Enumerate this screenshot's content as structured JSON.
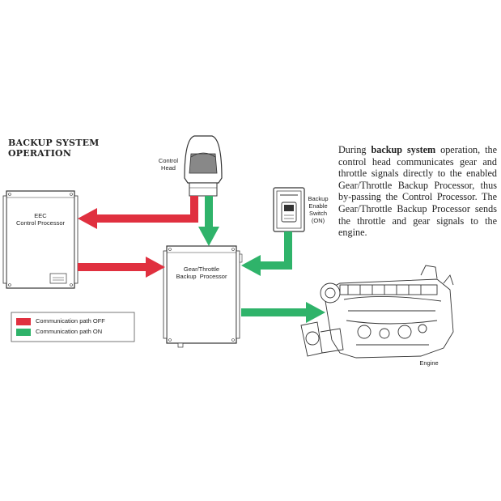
{
  "heading": {
    "line1": "BACKUP SYSTEM",
    "line2": "OPERATION"
  },
  "description": {
    "pre": "During ",
    "bold": "backup system",
    "post": " operation, the control head communicates gear and throttle signals directly to the enabled Gear/Throttle Backup Processor, thus by-passing the Control Processor. The Gear/Throttle Backup Processor sends the throttle and gear signals to the engine."
  },
  "components": {
    "control_head": {
      "line1": "Control",
      "line2": "Head"
    },
    "eec": {
      "line1": "EEC",
      "line2": "Control Processor"
    },
    "backup_switch": {
      "line1": "Backup",
      "line2": "Enable",
      "line3": "Switch",
      "line4": "(ON)"
    },
    "gear_throttle": {
      "line1": "Gear/Throttle",
      "line2": "Backup  Processor"
    },
    "engine": {
      "label": "Engine"
    }
  },
  "legend": [
    {
      "label": "Communication path OFF",
      "color": "#e0303f"
    },
    {
      "label": "Communication path ON",
      "color": "#2fb36a"
    }
  ],
  "colors": {
    "off": "#e0303f",
    "on": "#2fb36a",
    "line": "#333333"
  }
}
